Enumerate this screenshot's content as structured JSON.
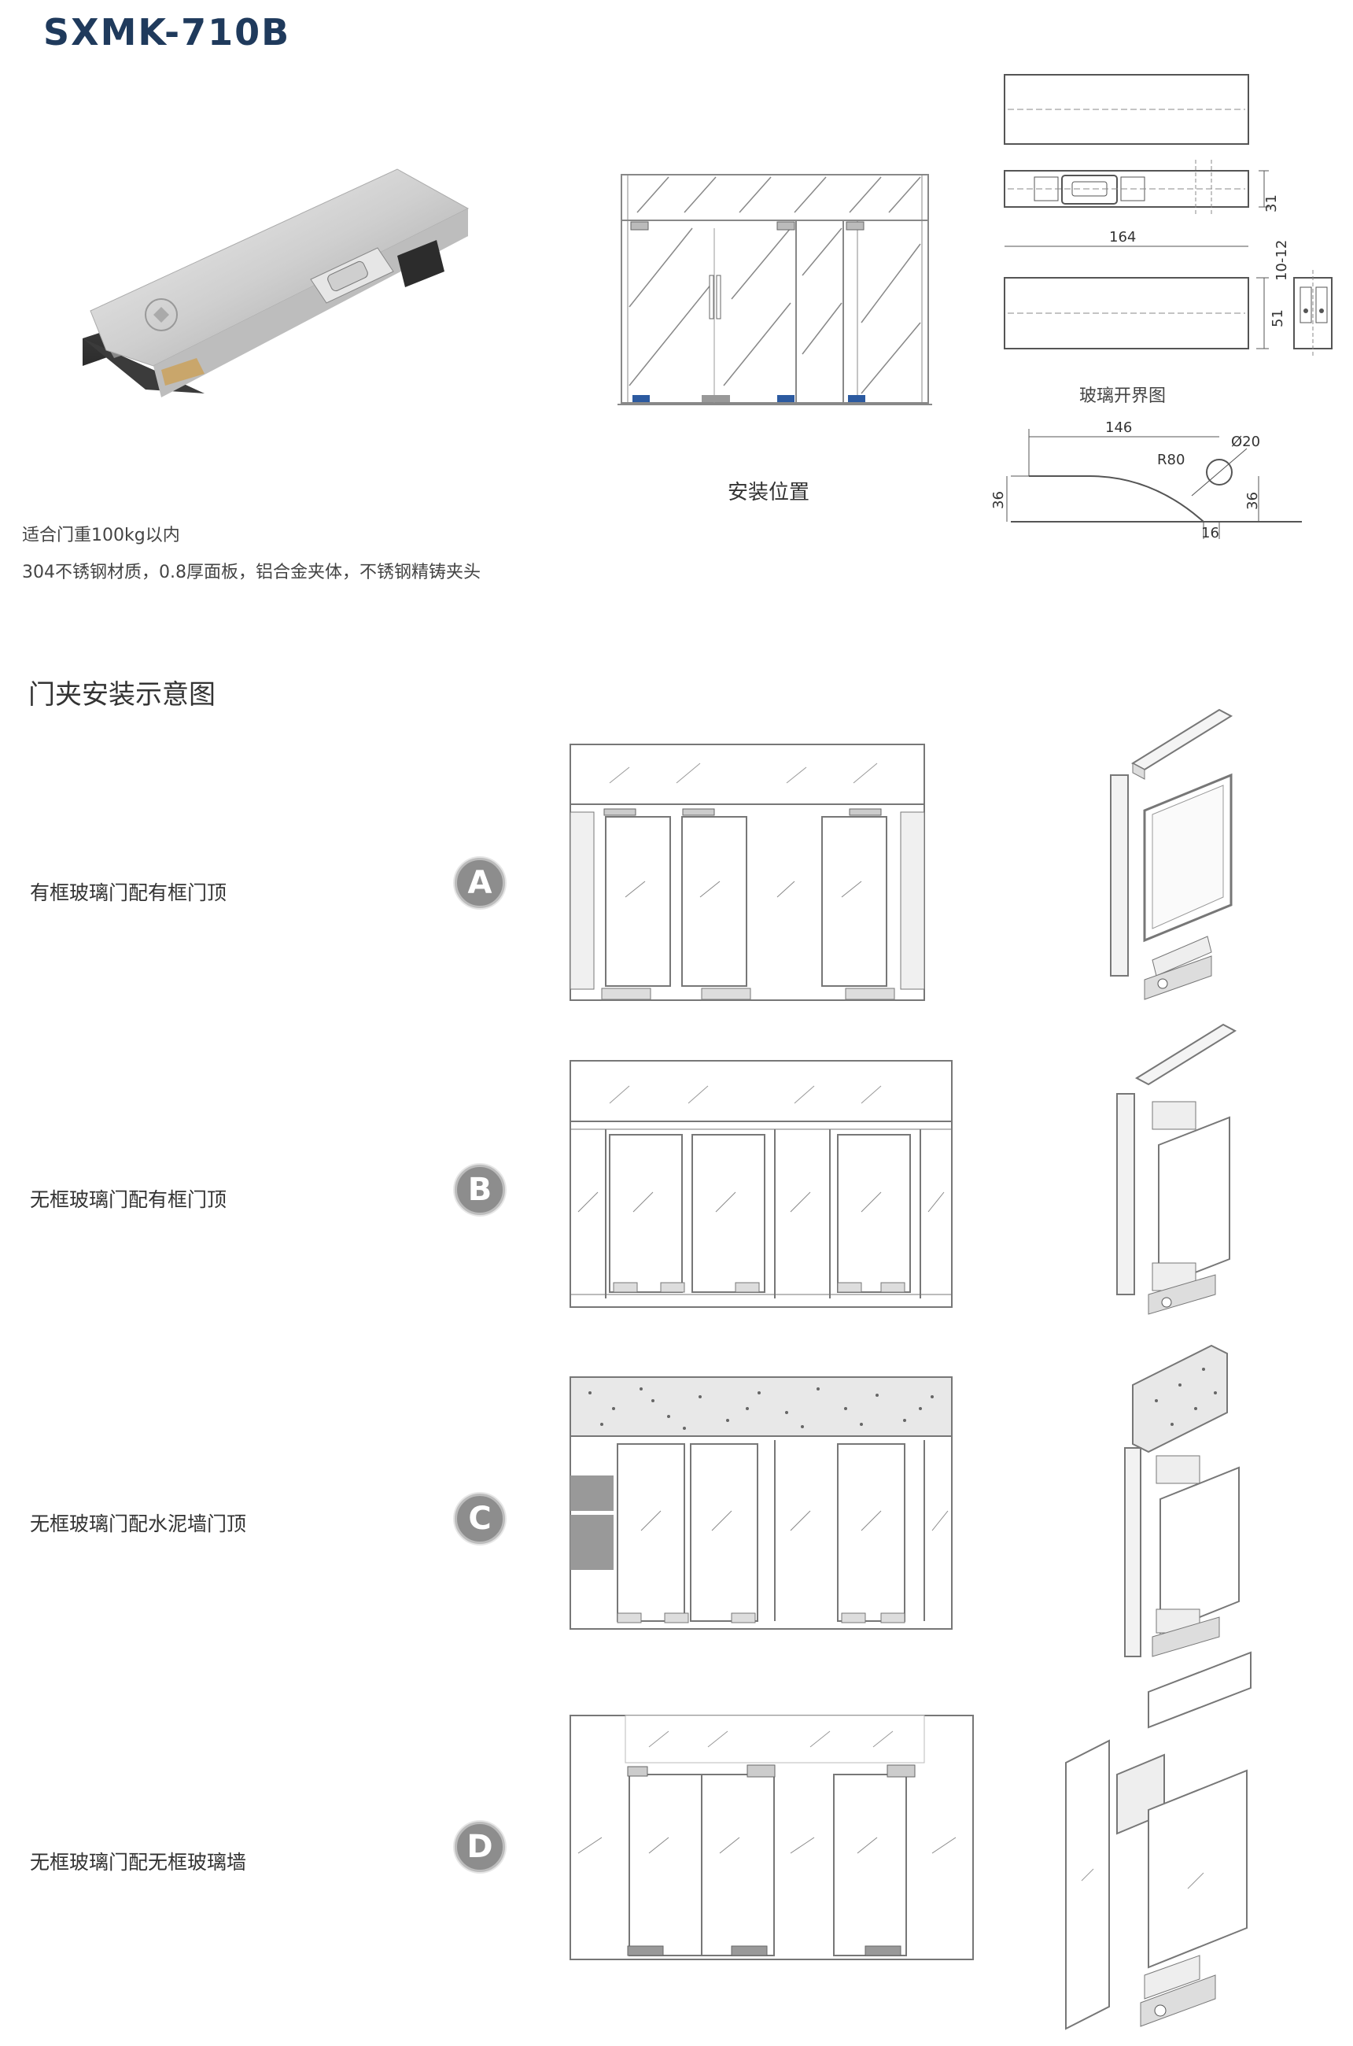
{
  "product": {
    "model": "SXMK-710B",
    "specs": [
      "适合门重100kg以内",
      "304不锈钢材质，0.8厚面板，铝合金夹体，不锈钢精铸夹头"
    ]
  },
  "install_position": {
    "caption": "安装位置"
  },
  "drawings": {
    "dim_width": "164",
    "dim_height": "51",
    "dim_thickness": "31",
    "dim_gap": "10-12",
    "glass_cut_caption": "玻璃开界图",
    "cut_width": "146",
    "cut_radius": "R80",
    "cut_hole": "Ø20",
    "cut_h_left": "36",
    "cut_h_right": "36",
    "cut_offset": "16"
  },
  "section": {
    "title": "门夹安装示意图",
    "rows": [
      {
        "letter": "A",
        "label": "有框玻璃门配有框门顶"
      },
      {
        "letter": "B",
        "label": "无框玻璃门配有框门顶"
      },
      {
        "letter": "C",
        "label": "无框玻璃门配水泥墙门顶"
      },
      {
        "letter": "D",
        "label": "无框玻璃门配无框玻璃墙"
      }
    ]
  }
}
